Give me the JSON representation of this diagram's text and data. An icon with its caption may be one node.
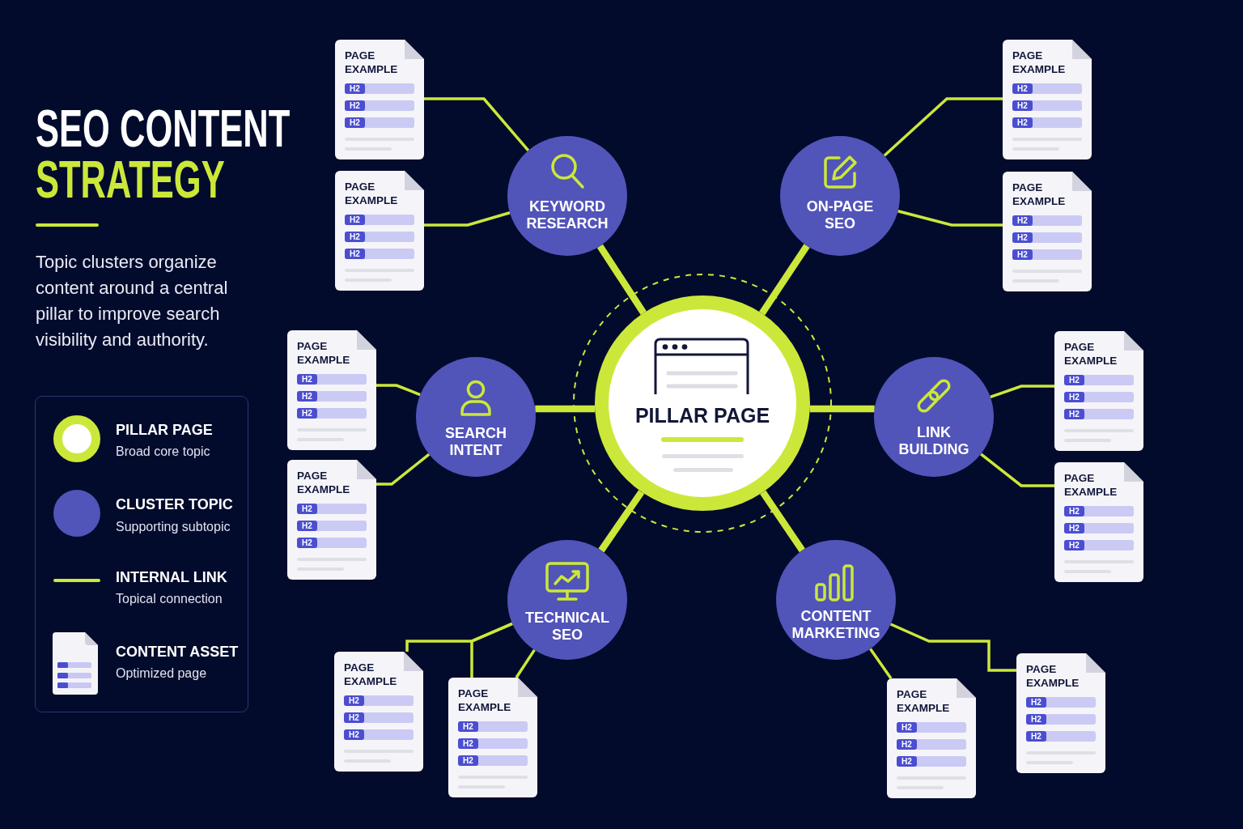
{
  "diagram": {
    "title": "SEO CONTENT STRATEGY",
    "nodes": [
      {
        "text": [
          "PILLAR PAGE"
        ]
      },
      {
        "text": [
          "KEYWORD RESEARCH"
        ]
      },
      {
        "text": [
          "ON-PAGE SEO"
        ]
      },
      {
        "text": [
          "SEARCH INTENT"
        ]
      },
      {
        "text": [
          "LINK BUILDING"
        ]
      },
      {
        "text": [
          "TECHNICAL SEO"
        ]
      },
      {
        "text": [
          "CONTENT MARKETING"
        ]
      },
      {
        "text": [
          "PAGE EXAMPLE",
          "H2",
          "H2",
          "H2"
        ]
      },
      {
        "text": [
          "PAGE EXAMPLE",
          "H2",
          "H2",
          "H2"
        ]
      },
      {
        "text": [
          "PAGE EXAMPLE",
          "H2",
          "H2",
          "H2"
        ]
      },
      {
        "text": [
          "PAGE EXAMPLE",
          "H2",
          "H2",
          "H2"
        ]
      },
      {
        "text": [
          "PAGE EXAMPLE",
          "H2",
          "H2",
          "H2"
        ]
      },
      {
        "text": [
          "PAGE EXAMPLE",
          "H2",
          "H2",
          "H2"
        ]
      },
      {
        "text": [
          "PAGE EXAMPLE",
          "H2",
          "H2",
          "H2"
        ]
      },
      {
        "text": [
          "PAGE EXAMPLE",
          "H2",
          "H2",
          "H2"
        ]
      },
      {
        "text": [
          "PAGE EXAMPLE",
          "H2",
          "H2",
          "H2"
        ]
      },
      {
        "text": [
          "PAGE EXAMPLE",
          "H2",
          "H2",
          "H2"
        ]
      },
      {
        "text": [
          "PAGE EXAMPLE",
          "H2",
          "H2",
          "H2"
        ]
      },
      {
        "text": [
          "PAGE EXAMPLE",
          "H2",
          "H2",
          "H2"
        ]
      }
    ],
    "edges": [
      {
        "from": 0,
        "to": 1,
        "arrow": "none",
        "style": "thick"
      },
      {
        "from": 0,
        "to": 2,
        "arrow": "none",
        "style": "thick"
      },
      {
        "from": 0,
        "to": 3,
        "arrow": "none",
        "style": "thick"
      },
      {
        "from": 0,
        "to": 4,
        "arrow": "none",
        "style": "thick"
      },
      {
        "from": 0,
        "to": 5,
        "arrow": "none",
        "style": "thick"
      },
      {
        "from": 0,
        "to": 6,
        "arrow": "none",
        "style": "thick"
      },
      {
        "from": 1,
        "to": 7,
        "arrow": "none"
      },
      {
        "from": 1,
        "to": 8,
        "arrow": "none"
      },
      {
        "from": 2,
        "to": 9,
        "arrow": "none"
      },
      {
        "from": 2,
        "to": 10,
        "arrow": "none"
      },
      {
        "from": 3,
        "to": 11,
        "arrow": "none"
      },
      {
        "from": 3,
        "to": 12,
        "arrow": "none"
      },
      {
        "from": 4,
        "to": 13,
        "arrow": "none"
      },
      {
        "from": 4,
        "to": 14,
        "arrow": "none"
      },
      {
        "from": 5,
        "to": 15,
        "arrow": "none"
      },
      {
        "from": 5,
        "to": 16,
        "arrow": "none"
      },
      {
        "from": 5,
        "to": 16,
        "arrow": "none"
      },
      {
        "from": 6,
        "to": 17,
        "arrow": "none"
      },
      {
        "from": 6,
        "to": 18,
        "arrow": "none"
      }
    ],
    "labels": [
      "Topic clusters organize content around a central pillar to improve search visibility and authority.",
      "Broad core topic",
      "Supporting subtopic",
      "Topical connection",
      "Optimized page"
    ],
    "legend": [
      {
        "text": "PILLAR PAGE"
      },
      {
        "text": "CLUSTER TOPIC",
        "color": "#5154b9"
      },
      {
        "text": "INTERNAL LINK"
      },
      {
        "text": "CONTENT ASSET"
      }
    ]
  }
}
